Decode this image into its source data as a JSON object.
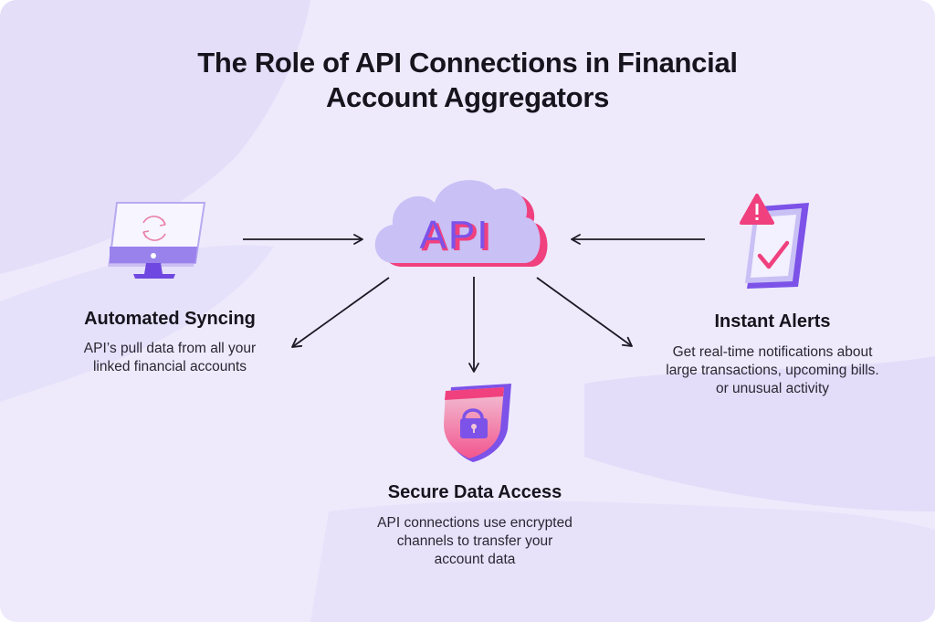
{
  "title": {
    "line1": "The Role of API Connections in Financial",
    "line2": "Account Aggregators"
  },
  "center": {
    "label": "API",
    "icon": "cloud-icon"
  },
  "nodes": {
    "syncing": {
      "icon": "monitor-sync-icon",
      "title": "Automated Syncing",
      "desc_line1": "API’s pull data from all your",
      "desc_line2": "linked financial accounts"
    },
    "security": {
      "icon": "shield-lock-icon",
      "title": "Secure Data Access",
      "desc_line1": "API connections use encrypted",
      "desc_line2": "channels to transfer your",
      "desc_line3": "account data"
    },
    "alerts": {
      "icon": "phone-alert-icon",
      "title": "Instant Alerts",
      "desc_line1": "Get real-time notifications about",
      "desc_line2": "large transactions, upcoming bills.",
      "desc_line3": "or unusual activity"
    }
  },
  "colors": {
    "background": "#eeeafc",
    "lavender": "#c9c0f5",
    "purple": "#7c52e8",
    "pink": "#f0407e",
    "arrow": "#1b1924"
  }
}
